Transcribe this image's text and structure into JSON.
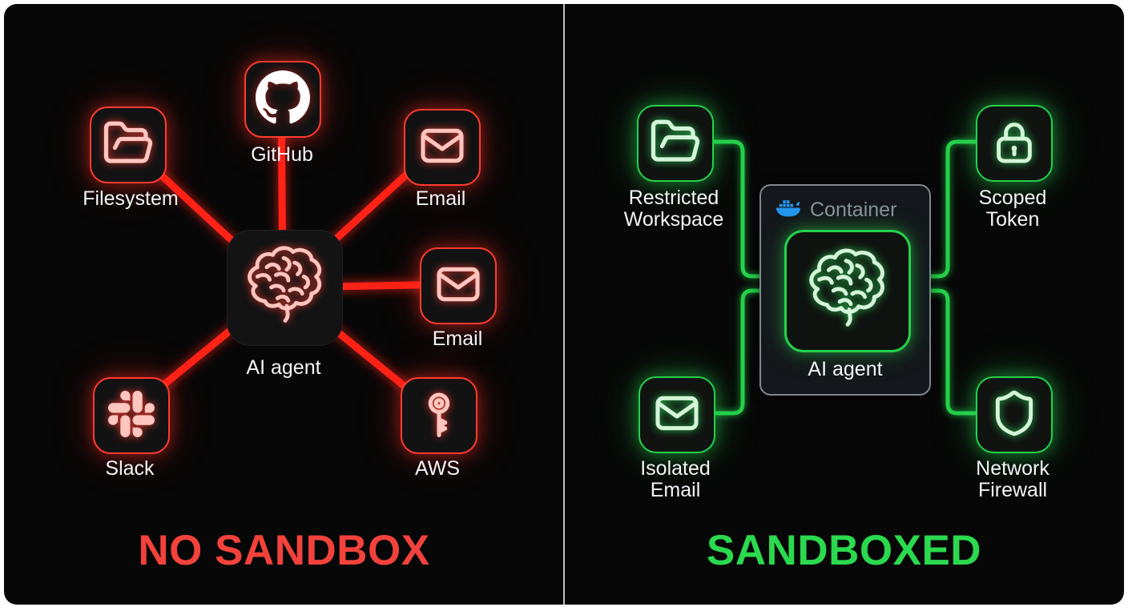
{
  "left": {
    "title": "NO SANDBOX",
    "agent_label": "AI agent",
    "nodes": [
      {
        "id": "filesystem",
        "label": "Filesystem"
      },
      {
        "id": "github",
        "label": "GitHub"
      },
      {
        "id": "email-top",
        "label": "Email"
      },
      {
        "id": "email-right",
        "label": "Email"
      },
      {
        "id": "aws",
        "label": "AWS"
      },
      {
        "id": "slack",
        "label": "Slack"
      }
    ]
  },
  "right": {
    "title": "SANDBOXED",
    "container_label": "Container",
    "agent_label": "AI agent",
    "nodes": [
      {
        "id": "restricted-workspace",
        "label": "Restricted Workspace"
      },
      {
        "id": "scoped-token",
        "label": "Scoped Token"
      },
      {
        "id": "isolated-email",
        "label": "Isolated Email"
      },
      {
        "id": "network-firewall",
        "label": "Network Firewall"
      }
    ]
  },
  "colors": {
    "red": "#ff3b30",
    "redIcon": "#ffc5bf",
    "titleRed": "#f2423b",
    "green": "#25d04c",
    "greenIcon": "#d4f5d8",
    "titleGreen": "#2bd94e",
    "blue": "#2496ed",
    "background": "#070707",
    "pageBorder": "#ffffff"
  }
}
